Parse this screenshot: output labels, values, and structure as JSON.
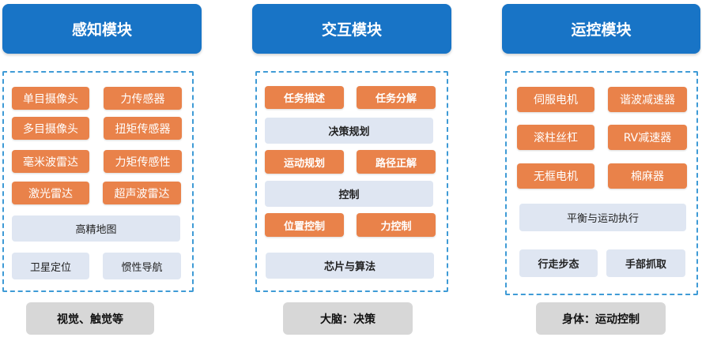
{
  "columns": [
    {
      "header": "感知模块",
      "items": {
        "mono_camera": "单目摄像头",
        "force_sensor": "力传感器",
        "multi_camera": "多目摄像头",
        "torque_sensor": "扭矩传感器",
        "mmwave_radar": "毫米波雷达",
        "force_torque_sensor": "力矩传感性",
        "lidar": "激光雷达",
        "ultrasonic_radar": "超声波雷达",
        "hd_map": "高精地图",
        "gnss": "卫星定位",
        "inertial_nav": "惯性导航"
      },
      "footer": "视觉、触觉等"
    },
    {
      "header": "交互模块",
      "items": {
        "task_description": "任务描述",
        "task_decomposition": "任务分解",
        "decision_planning": "决策规划",
        "motion_planning": "运动规划",
        "path_correction": "路径正解",
        "control": "控制",
        "position_control": "位置控制",
        "force_control": "力控制",
        "chips_algorithms": "芯片与算法"
      },
      "footer": "大脑：决策"
    },
    {
      "header": "运控模块",
      "items": {
        "servo_motor": "伺服电机",
        "harmonic_reducer": "谐波减速器",
        "roller_screw": "滚柱丝杠",
        "rv_reducer": "RV减速器",
        "frameless_motor": "无框电机",
        "cotton_reducer": "棉麻器",
        "balance_execution": "平衡与运动执行",
        "walking_gait": "行走步态",
        "hand_grasp": "手部抓取"
      },
      "footer": "身体：运动控制"
    }
  ],
  "colors": {
    "header_blue": "#1874c6",
    "tile_orange": "#e9824a",
    "tile_pale": "#dfe6f2",
    "frame_dash": "#3f9bd6",
    "footer_gray": "#d7d7d7"
  }
}
